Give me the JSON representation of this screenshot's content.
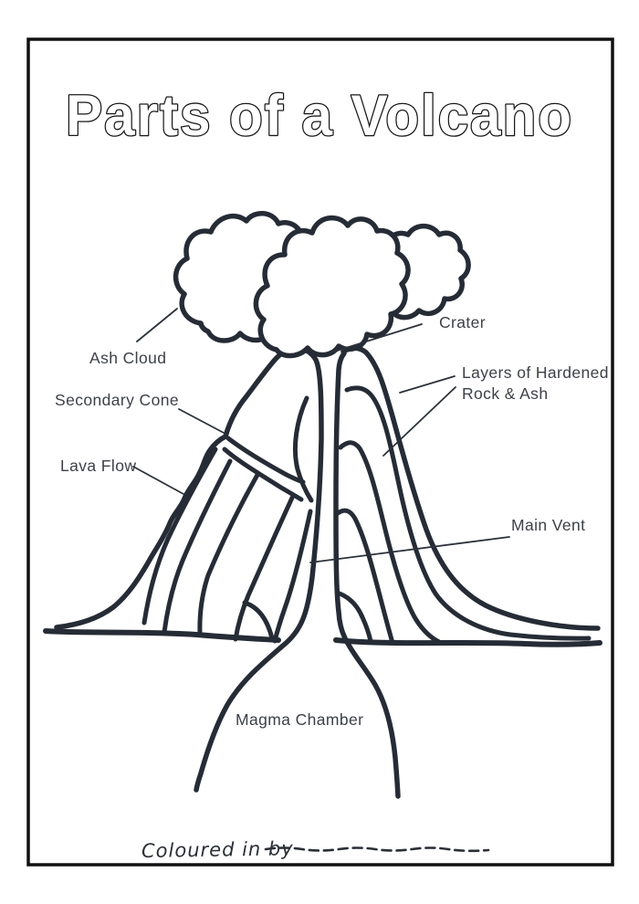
{
  "page": {
    "title": "Parts of a Volcano"
  },
  "diagram": {
    "labels": {
      "ash_cloud": "Ash Cloud",
      "crater": "Crater",
      "secondary_cone": "Secondary Cone",
      "layers_line1": "Layers of Hardened",
      "layers_line2": "Rock & Ash",
      "lava_flow": "Lava Flow",
      "main_vent": "Main Vent",
      "magma_chamber": "Magma Chamber"
    },
    "colors": {
      "ink": "#262c36",
      "label_text": "#3d4147",
      "title_outline": "#161616",
      "paper": "#ffffff"
    }
  },
  "footer": {
    "coloured_in_by": "Coloured in by"
  }
}
